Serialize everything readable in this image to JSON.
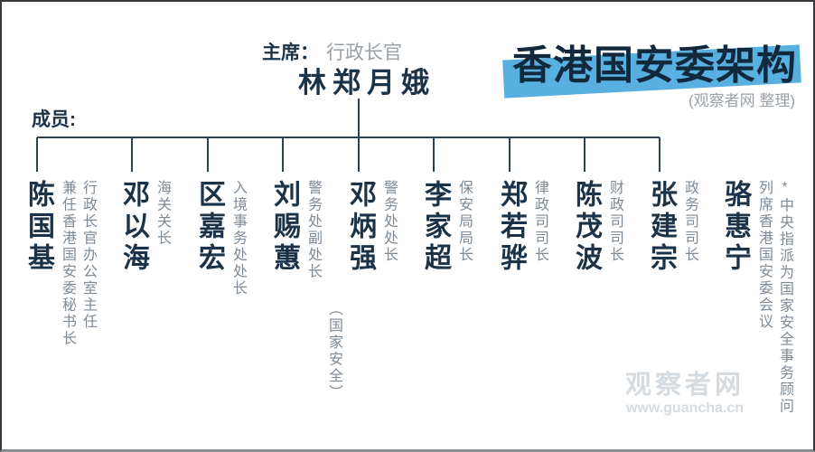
{
  "title": {
    "text": "香港国安委架构",
    "credit": "(观察者网 整理)"
  },
  "chair": {
    "label": "主席：",
    "role": "行政长官",
    "name": "林郑月娥"
  },
  "members_label": "成员:",
  "members": [
    {
      "name": "陈国基",
      "roles": [
        "行政长官办公室主任",
        "兼任香港国安委秘书长"
      ]
    },
    {
      "name": "邓以海",
      "roles": [
        "海关关长"
      ]
    },
    {
      "name": "区嘉宏",
      "roles": [
        "入境事务处处长"
      ]
    },
    {
      "name": "刘赐蕙",
      "roles": [
        "警务处副处长",
        "（国家安全）"
      ]
    },
    {
      "name": "邓炳强",
      "roles": [
        "警务处处长"
      ]
    },
    {
      "name": "李家超",
      "roles": [
        "保安局局长"
      ]
    },
    {
      "name": "郑若骅",
      "roles": [
        "律政司司长"
      ]
    },
    {
      "name": "陈茂波",
      "roles": [
        "财政司司长"
      ]
    },
    {
      "name": "张建宗",
      "roles": [
        "政务司司长"
      ]
    },
    {
      "name": "骆惠宁",
      "roles": [
        "*中央指派为国家安全事务顾问",
        "列席香港国安委会议"
      ]
    }
  ],
  "watermark": {
    "name": "观察者网",
    "url": "www.guancha.cn"
  },
  "colors": {
    "navy": "#1b3348",
    "line": "#2d4257",
    "role_gray": "#7e8a95",
    "credit_gray": "#9aa1a8",
    "title_highlight": "#58b0e0",
    "watermark_gray": "#d6dbdf"
  }
}
